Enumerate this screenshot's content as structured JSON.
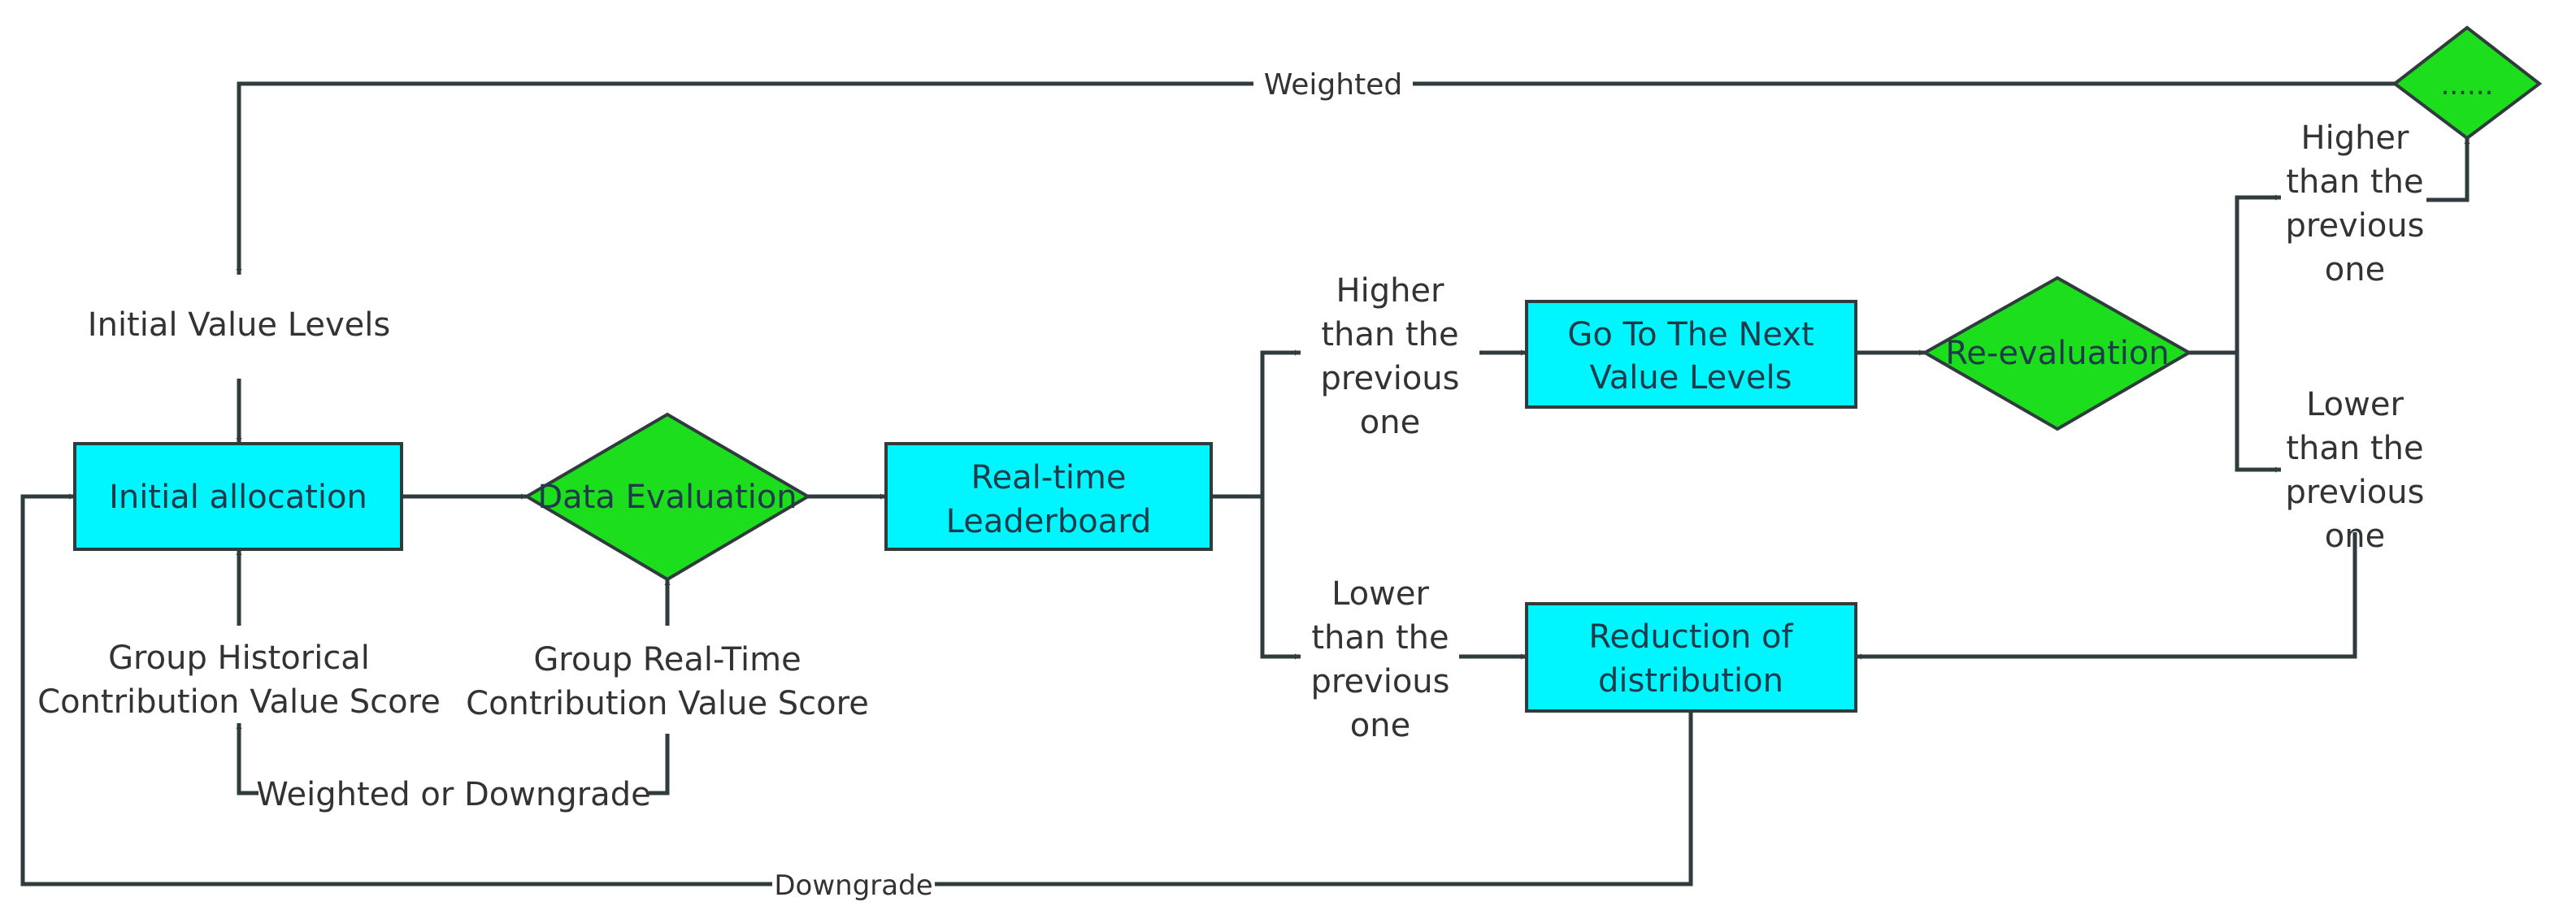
{
  "nodes": {
    "initial_allocation": "Initial allocation",
    "data_evaluation": "Data Evaluation",
    "realtime_leaderboard": [
      "Real-time",
      "Leaderboard"
    ],
    "next_value_levels": [
      "Go To The Next",
      "Value Levels"
    ],
    "re_evaluation": "Re-evaluation",
    "reduction_of_distribution": [
      "Reduction of",
      "distribution"
    ],
    "ellipsis": "......"
  },
  "labels": {
    "initial_value_levels": "Initial Value Levels",
    "group_historical": [
      "Group Historical",
      "Contribution Value Score"
    ],
    "group_realtime": [
      "Group Real-Time",
      "Contribution Value Score"
    ],
    "higher_1": [
      "Higher",
      "than the",
      "previous",
      "one"
    ],
    "lower_1": [
      "Lower",
      "than the",
      "previous",
      "one"
    ],
    "higher_2": [
      "Higher",
      "than the",
      "previous",
      "one"
    ],
    "lower_2": [
      "Lower",
      "than the",
      "previous",
      "one"
    ]
  },
  "edges": {
    "weighted_top": "Weighted",
    "weighted_or_downgrade": "Weighted or Downgrade",
    "downgrade_bottom": "Downgrade"
  }
}
